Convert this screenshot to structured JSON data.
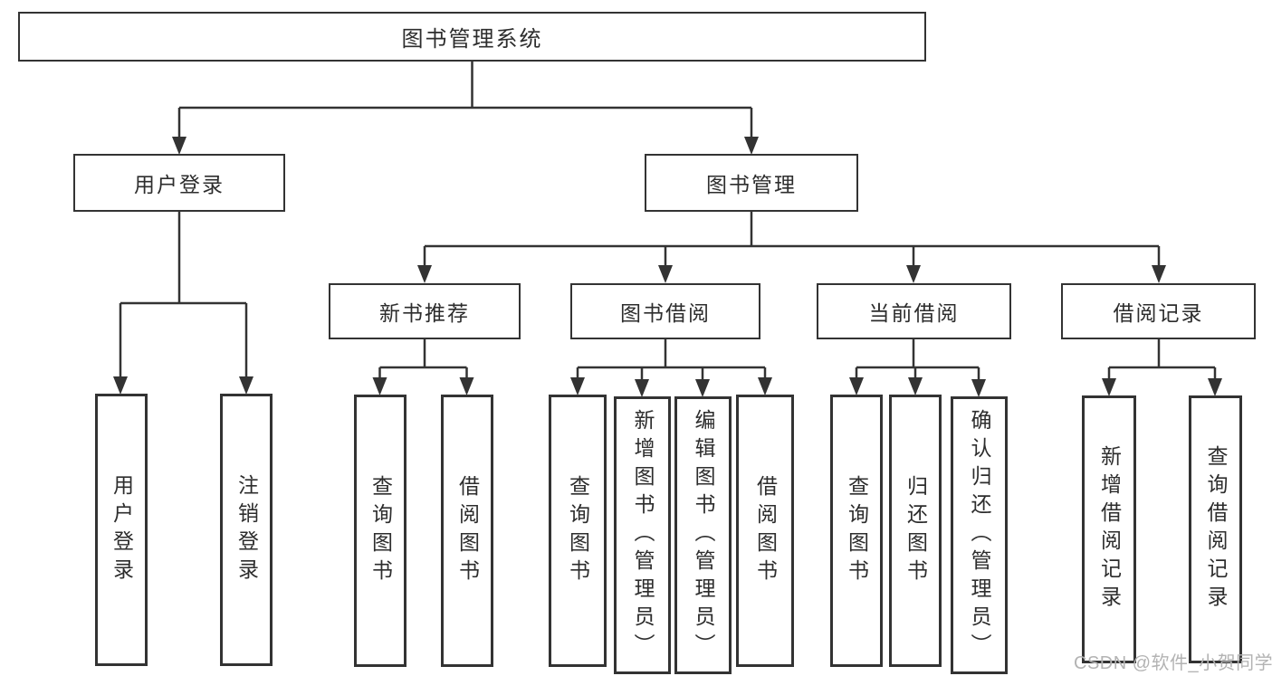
{
  "diagram": {
    "type": "tree",
    "root": {
      "label": "图书管理系统"
    },
    "level2": [
      {
        "label": "用户登录"
      },
      {
        "label": "图书管理"
      }
    ],
    "level3": [
      {
        "label": "新书推荐",
        "parent": "图书管理"
      },
      {
        "label": "图书借阅",
        "parent": "图书管理"
      },
      {
        "label": "当前借阅",
        "parent": "图书管理"
      },
      {
        "label": "借阅记录",
        "parent": "图书管理"
      }
    ],
    "leaves": [
      {
        "label": "用户登录",
        "parent": "用户登录"
      },
      {
        "label": "注销登录",
        "parent": "用户登录"
      },
      {
        "label": "查询图书",
        "parent": "新书推荐"
      },
      {
        "label": "借阅图书",
        "parent": "新书推荐"
      },
      {
        "label": "查询图书",
        "parent": "图书借阅"
      },
      {
        "label": "新增图书（管理员）",
        "parent": "图书借阅"
      },
      {
        "label": "编辑图书（管理员）",
        "parent": "图书借阅"
      },
      {
        "label": "借阅图书",
        "parent": "图书借阅"
      },
      {
        "label": "查询图书",
        "parent": "当前借阅"
      },
      {
        "label": "归还图书",
        "parent": "当前借阅"
      },
      {
        "label": "确认归还（管理员）",
        "parent": "当前借阅"
      },
      {
        "label": "新增借阅记录",
        "parent": "借阅记录"
      },
      {
        "label": "查询借阅记录",
        "parent": "借阅记录"
      }
    ]
  },
  "watermark": "CSDN @软件_小贺同学",
  "colors": {
    "line": "#333333",
    "text": "#2d2d2d",
    "watermark": "#b3b3b3",
    "background": "#ffffff"
  }
}
